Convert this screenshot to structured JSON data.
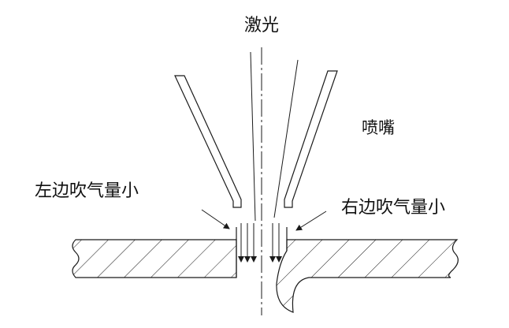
{
  "labels": {
    "laser": "激光",
    "nozzle": "喷嘴",
    "left_blow": "左边吹气量小",
    "right_blow": "右边吹气量小"
  },
  "colors": {
    "line": "#1a1a1a",
    "background": "#ffffff"
  }
}
